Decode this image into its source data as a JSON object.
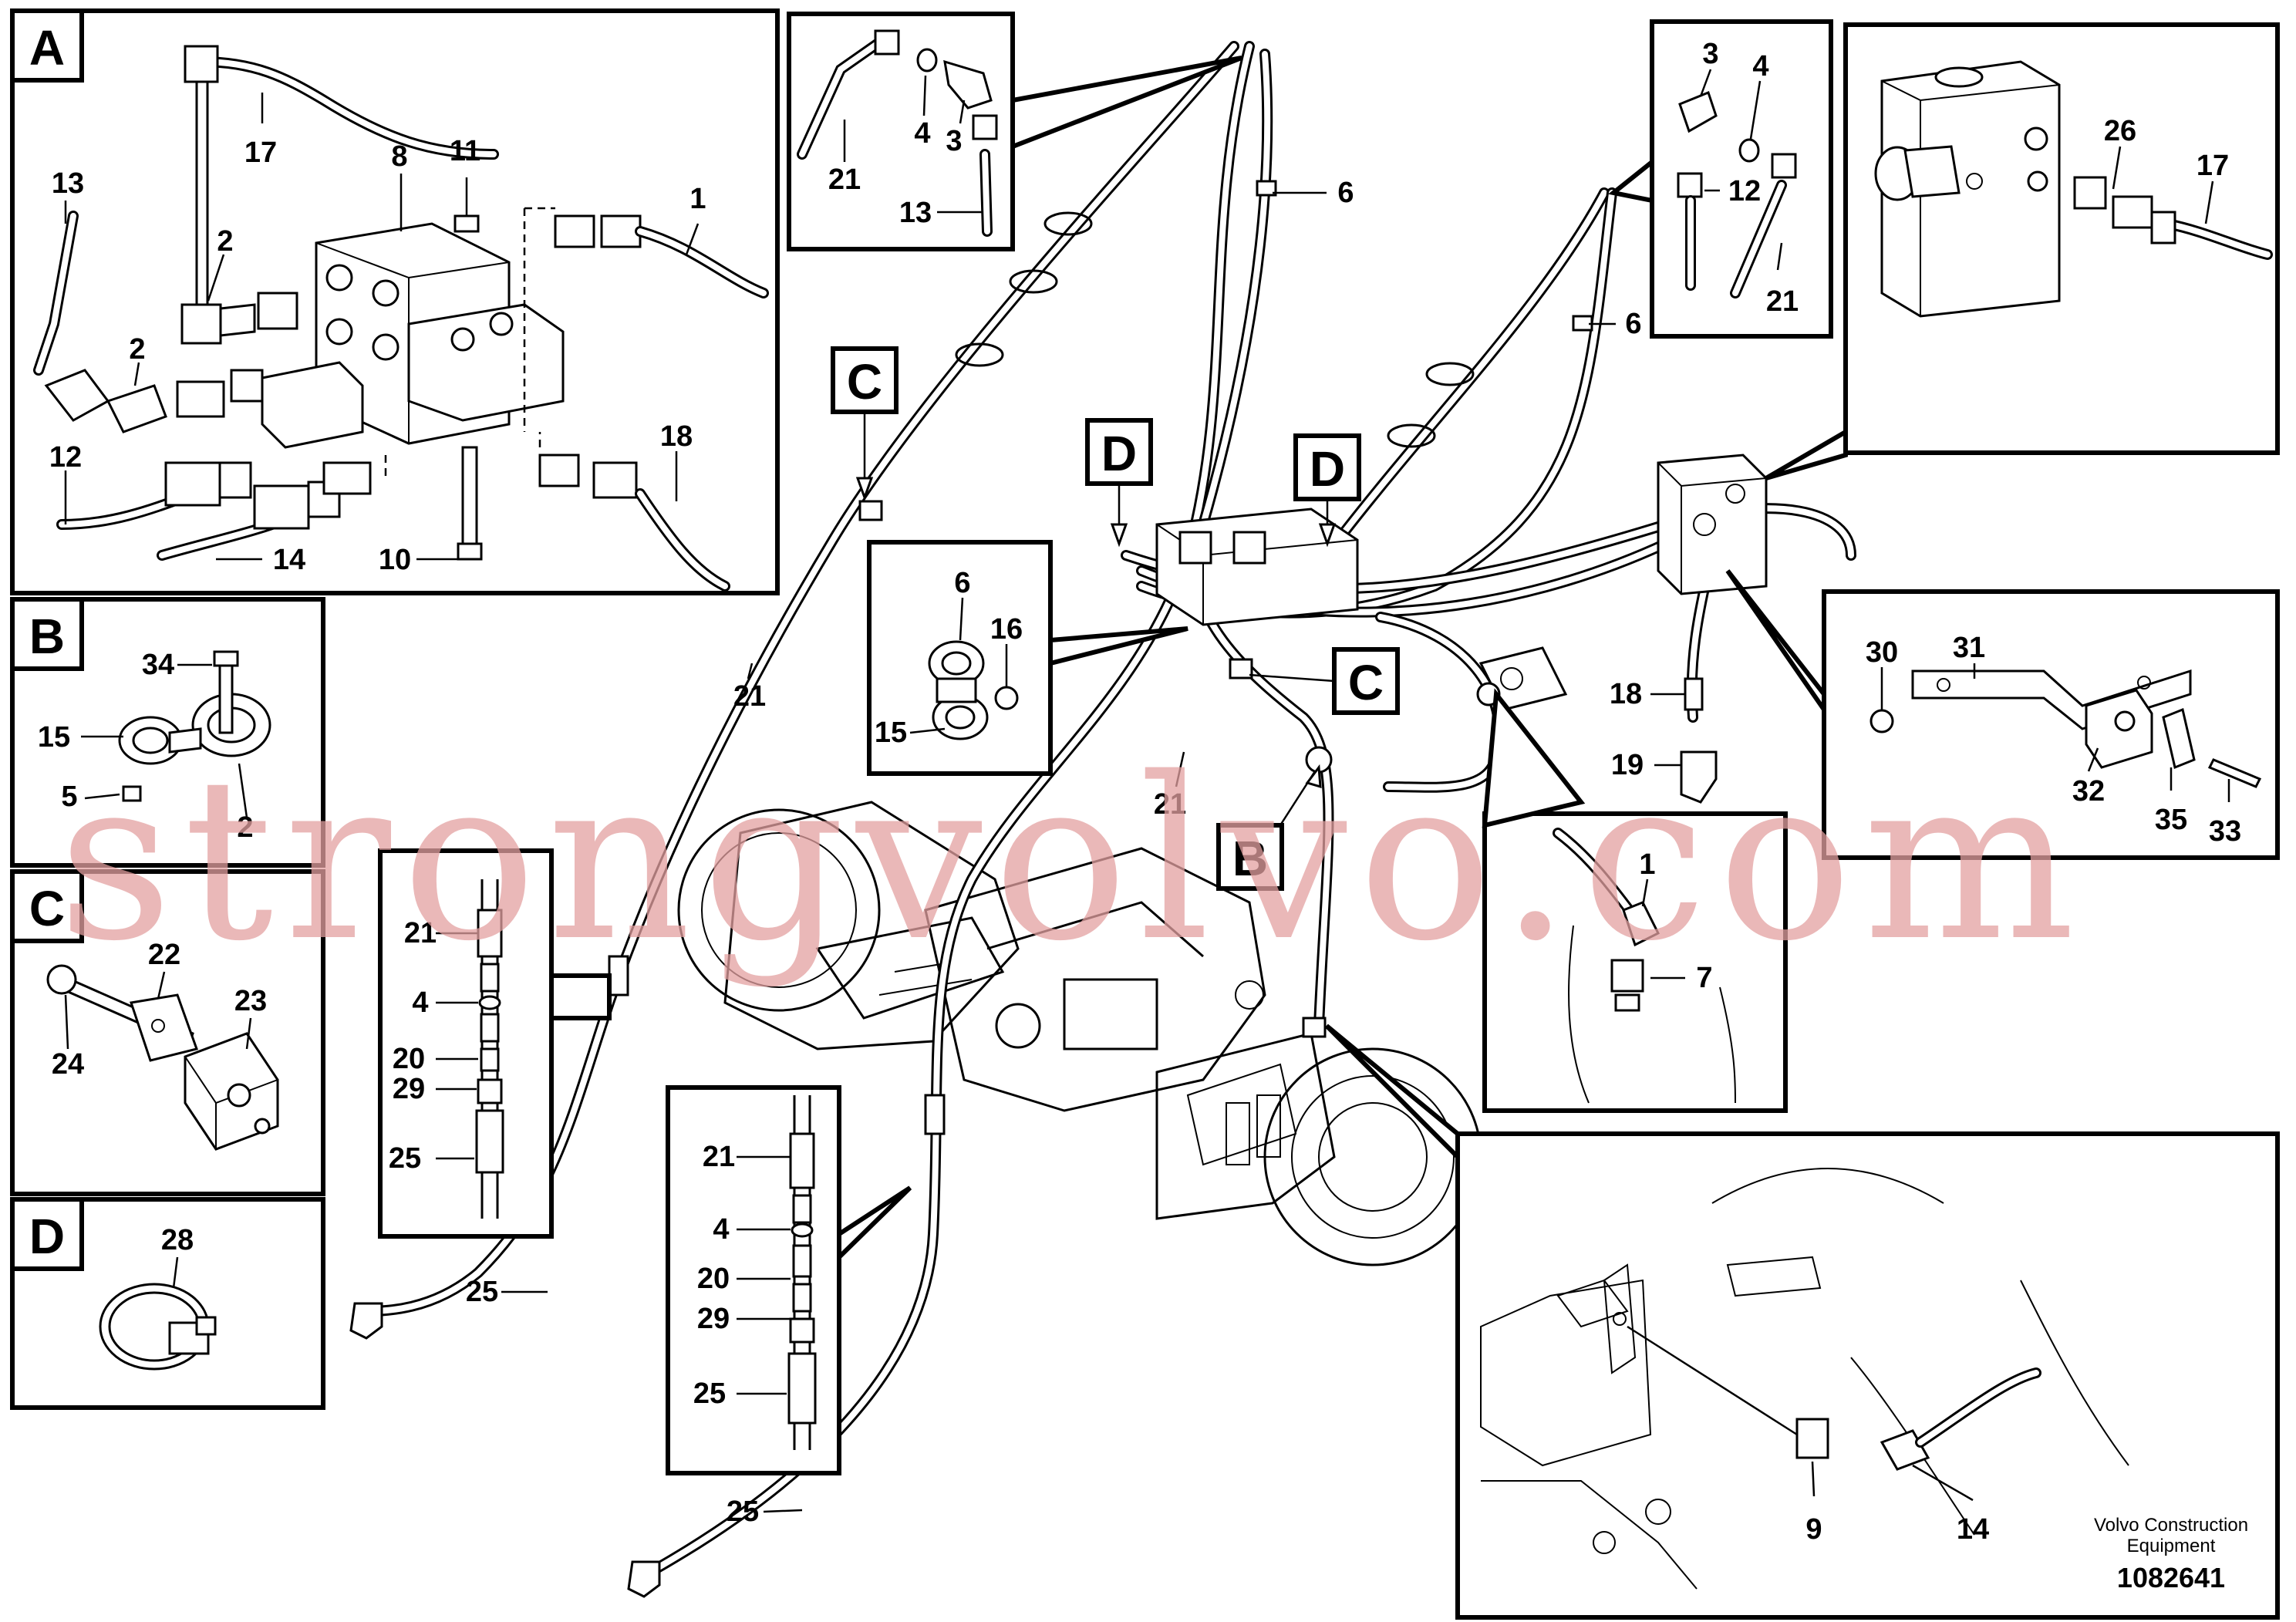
{
  "panels": {
    "A": {
      "tag": "A",
      "callouts": [
        "17",
        "11",
        "8",
        "13",
        "2",
        "1",
        "2",
        "12",
        "18",
        "14",
        "10"
      ]
    },
    "B": {
      "tag": "B",
      "callouts": [
        "34",
        "15",
        "5",
        "2"
      ]
    },
    "C": {
      "tag": "C",
      "callouts": [
        "22",
        "23",
        "24"
      ]
    },
    "D": {
      "tag": "D",
      "callouts": [
        "28"
      ]
    }
  },
  "detail_top_left": {
    "callouts": [
      "21",
      "4",
      "3",
      "13"
    ]
  },
  "detail_top_right": {
    "callouts": [
      "3",
      "4",
      "12",
      "21"
    ]
  },
  "valve_detail": {
    "callouts": [
      "26",
      "17"
    ]
  },
  "clamp_detail": {
    "callouts": [
      "6",
      "16",
      "15"
    ]
  },
  "bracket_detail": {
    "callouts": [
      "30",
      "31",
      "32",
      "35",
      "33"
    ]
  },
  "fitting_detail_right": {
    "callouts": [
      "1",
      "7"
    ]
  },
  "axle_detail": {
    "callouts": [
      "9",
      "14"
    ]
  },
  "hose_detail_left": {
    "callouts": [
      "21",
      "4",
      "20",
      "29",
      "25"
    ]
  },
  "hose_detail_center": {
    "callouts": [
      "21",
      "4",
      "20",
      "29",
      "25"
    ]
  },
  "main_callouts": {
    "c6a": "6",
    "c6b": "6",
    "c21a": "21",
    "c21b": "21",
    "c18": "18",
    "c19": "19",
    "c25a": "25",
    "c25b": "25"
  },
  "main_tags": {
    "C1": "C",
    "C2": "C",
    "D1": "D",
    "D2": "D",
    "B1": "B"
  },
  "watermark": "strongvolvo.com",
  "credit": {
    "line1": "Volvo Construction",
    "line2": "Equipment",
    "doc_number": "1082641"
  },
  "colors": {
    "ink": "#000000",
    "watermark": "#e3a0a0",
    "paper": "#ffffff"
  }
}
